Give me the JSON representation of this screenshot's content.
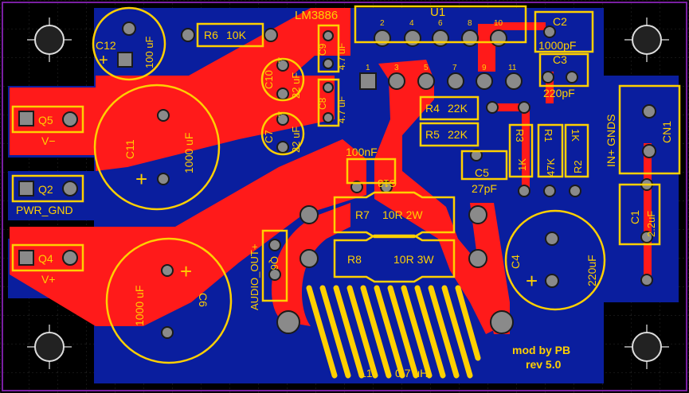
{
  "board": {
    "chip": "LM3886",
    "chip_ref": "U1",
    "mod_line1": "mod by PB",
    "mod_line2": "rev 5.0"
  },
  "pins": {
    "p1": "1",
    "p2": "2",
    "p3": "3",
    "p4": "4",
    "p5": "5",
    "p6": "6",
    "p7": "7",
    "p8": "8",
    "p9": "9",
    "p10": "10",
    "p11": "11"
  },
  "components": {
    "C12": {
      "ref": "C12",
      "value": "100 uF"
    },
    "R6": {
      "ref": "R6",
      "value": "10K"
    },
    "C9": {
      "ref": "C9",
      "value": "4.7 uF"
    },
    "C10": {
      "ref": "C10",
      "value": "22 uF"
    },
    "C8": {
      "ref": "C8",
      "value": "4.7 uF"
    },
    "C7": {
      "ref": "C7",
      "value": "22 uF"
    },
    "C2": {
      "ref": "C2",
      "value": "1000pF"
    },
    "C3": {
      "ref": "C3",
      "value": "220pF"
    },
    "R4": {
      "ref": "R4",
      "value": "22K"
    },
    "R5": {
      "ref": "R5",
      "value": "22K"
    },
    "R3": {
      "ref": "R3",
      "value": "1K"
    },
    "R1": {
      "ref": "R1",
      "value": "47K"
    },
    "R2": {
      "ref": "R2",
      "value": "1K"
    },
    "C5": {
      "ref": "C5",
      "value": "27pF"
    },
    "C13": {
      "ref": "C13",
      "value": "100nF"
    },
    "R7": {
      "ref": "R7",
      "value": "10R 2W"
    },
    "R8": {
      "ref": "R8",
      "value": "10R 3W"
    },
    "C11": {
      "ref": "C11",
      "value": "1000 uF"
    },
    "C6": {
      "ref": "C6",
      "value": "1000 uF"
    },
    "C4": {
      "ref": "C4",
      "value": "220uF"
    },
    "C1": {
      "ref": "C1",
      "value": "2.2uF"
    },
    "L1": {
      "ref": "L1",
      "value": "0.7 uH"
    },
    "CN1": {
      "ref": "CN1",
      "label": "IN+ GNDS"
    },
    "Q5": {
      "ref": "Q5",
      "label": "V−"
    },
    "Q2": {
      "ref": "Q2",
      "label": "PWR_GND"
    },
    "Q4": {
      "ref": "Q4",
      "label": "V+"
    },
    "Q6": {
      "ref": "Q6",
      "label": "AUDIO_OUT+"
    }
  },
  "polarity": {
    "plus": "+"
  },
  "colors": {
    "background": "#000000",
    "board_blue": "#0a1e9e",
    "copper_red": "#ff1a1a",
    "silkscreen": "#ffd000",
    "outline": "#7a1fa2",
    "pad": "#8a8a8a",
    "mount_hole": "#202020"
  }
}
